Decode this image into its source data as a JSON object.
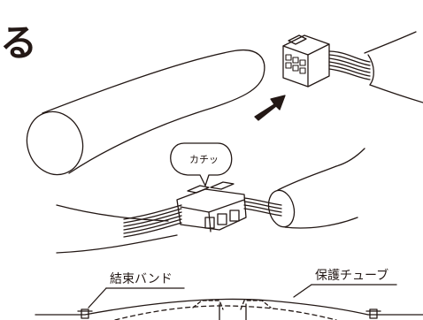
{
  "heading_fragment": "る",
  "callout": {
    "text": "カチッ"
  },
  "labels": {
    "tie_band": "結束バンド",
    "protective_tube": "保護チューブ"
  },
  "colors": {
    "line": "#231815",
    "arrow": "#231815",
    "background": "#ffffff"
  },
  "icons": [
    "arrow-right-icon"
  ]
}
